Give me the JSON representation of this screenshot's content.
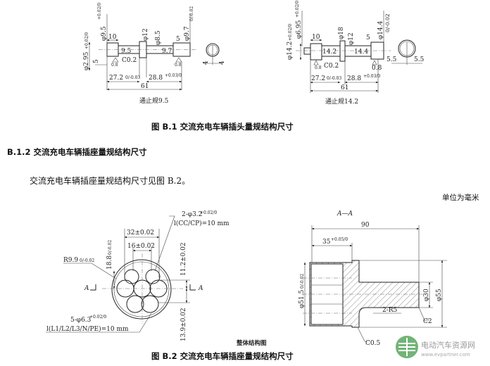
{
  "figure_b1": {
    "caption": "图 B.1   交流充电车辆插头量规结构尺寸",
    "left_gauge": {
      "label": "通止规9.5",
      "dims": {
        "d_top": "φ9.5",
        "d_top_tol": "+0.02/0",
        "d_left": "φ2.95",
        "d_left_tol": "+0.02/0",
        "len10": "10",
        "len9_5": "9.5",
        "phi12": "φ12",
        "phi8_5": "φ8.5",
        "len9_7": "9.7",
        "len5": "5",
        "d_right": "φ9.7",
        "d_right_tol": "0/-0.02",
        "chamfer": "C0.2",
        "rough_l": "0.8",
        "rough_r": "0.8",
        "len5_l": "5",
        "len27_2": "27.2",
        "len27_2_tol": "0/-0.03",
        "len28_8": "28.8",
        "len28_8_tol": "+0.03/0",
        "len61": "61",
        "end4_l": "4",
        "end4_r": "4"
      }
    },
    "right_gauge": {
      "label": "通止规14.2",
      "dims": {
        "d_top": "φ6.95",
        "d_top_tol": "+0.02/0",
        "d_left": "φ14.2",
        "d_left_tol": "+0.02/0",
        "len10": "10",
        "len14_2": "14.2",
        "phi18": "φ18",
        "phi12": "φ12",
        "len14_4": "14.4",
        "len5": "5",
        "d_right": "φ14.4",
        "d_right_tol": "0/-0.02",
        "chamfer": "C0.2",
        "rough_l": "0.8",
        "rough_r": "0.8",
        "len27_2": "27.2",
        "len27_2_tol": "0/-0.03",
        "len28_8": "28.8",
        "len28_8_tol": "+0.03/0",
        "len61": "61",
        "end_l": "5.5",
        "end_r": "5.5"
      }
    }
  },
  "section": {
    "heading": "B.1.2   交流充电车辆插座量规结构尺寸",
    "paragraph": "交流充电车辆插座量规结构尺寸见图 B.2。",
    "unit_note": "单位为毫米"
  },
  "figure_b2": {
    "caption": "图 B.2   交流充电车辆插座量规结构尺寸",
    "overall_label": "整体结构图",
    "front_view": {
      "holes_small": "2-φ3.2",
      "holes_small_tol": "+0.02/0",
      "holes_small_len": "l(CC/CP)=10 mm",
      "dim32": "32±0.02",
      "dim16": "16±0.02",
      "radius": "R9.9",
      "radius_tol": "0/-0.02",
      "dim18_8": "18.8",
      "dim18_8_tol": "0/-0.02",
      "dim11_2": "11.2±0.02",
      "dim13_9": "13.9±0.02",
      "holes_large": "5-φ6.3",
      "holes_large_tol": "+0.02/0",
      "holes_large_len": "l(L1/L2/L3/N/PE)=10 mm",
      "section_mark_l": "A",
      "section_mark_r": "A"
    },
    "section_view": {
      "title": "A—A",
      "len90": "90",
      "len35": "35",
      "len35_tol": "+0.05/0",
      "d51_5": "φ51.5",
      "d51_5_tol": "0/-0.02",
      "d30": "φ30",
      "d55": "φ55",
      "fillet": "2-R5",
      "chamfer_c2": "C2",
      "chamfer_c05": "C0.5"
    }
  },
  "watermark": {
    "name": "电动汽车资源网",
    "url": "www.evpartner.com",
    "color": "#5aa860"
  }
}
